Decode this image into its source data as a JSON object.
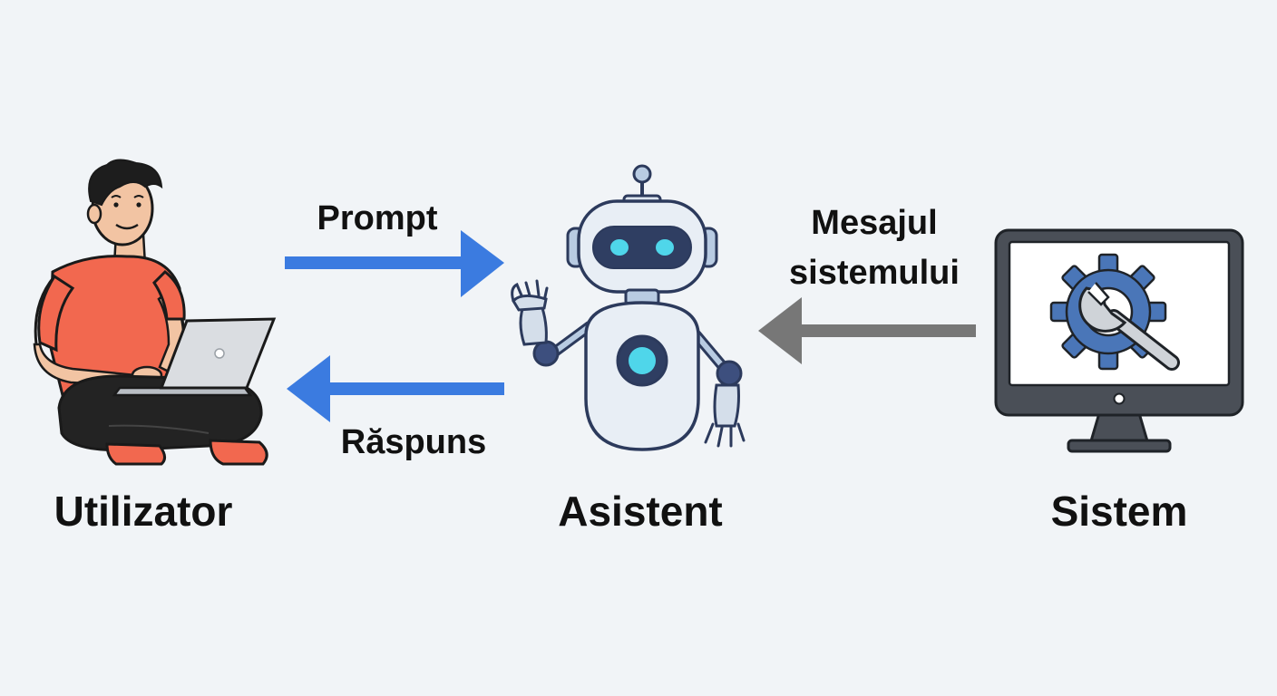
{
  "nodes": {
    "user": {
      "label": "Utilizator"
    },
    "assistant": {
      "label": "Asistent"
    },
    "system": {
      "label": "Sistem"
    }
  },
  "edges": {
    "prompt": {
      "label": "Prompt",
      "color": "#3b7be0"
    },
    "response": {
      "label": "Răspuns",
      "color": "#3b7be0"
    },
    "system_message": {
      "label_line1": "Mesajul",
      "label_line2": "sistemului",
      "color": "#777777"
    }
  },
  "icons": {
    "user": "person-with-laptop-icon",
    "assistant": "robot-icon",
    "system": "monitor-gear-wrench-icon"
  },
  "colors": {
    "background": "#f1f4f7",
    "shirt": "#f2684f",
    "robot_eyes": "#4fd6ea",
    "gear": "#4a76b8"
  }
}
